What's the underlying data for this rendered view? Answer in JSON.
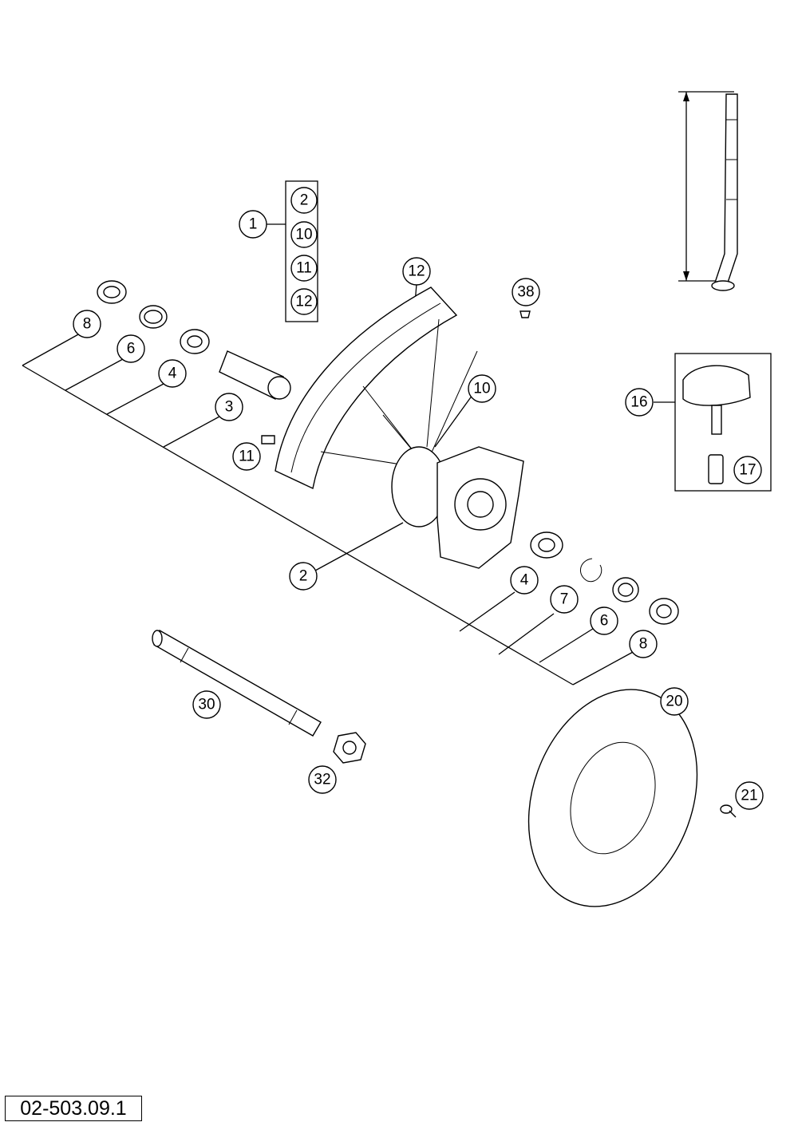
{
  "reference_code": "02-503.09.1",
  "callouts": {
    "c1": "1",
    "c1_2": "2",
    "c1_10": "10",
    "c1_11": "11",
    "c1_12": "12",
    "c12": "12",
    "c38": "38",
    "c10": "10",
    "c16": "16",
    "c17": "17",
    "c8a": "8",
    "c6a": "6",
    "c4a": "4",
    "c3": "3",
    "c11": "11",
    "c2": "2",
    "c4b": "4",
    "c7": "7",
    "c6b": "6",
    "c8b": "8",
    "c30": "30",
    "c32": "32",
    "c20": "20",
    "c21": "21"
  }
}
